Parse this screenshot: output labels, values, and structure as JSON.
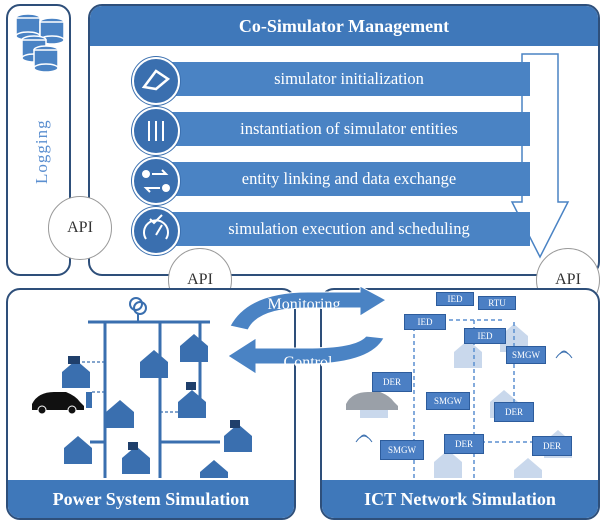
{
  "management": {
    "title": "Co-Simulator Management",
    "steps": [
      {
        "label": "simulator initialization",
        "icon": "initialization-icon"
      },
      {
        "label": "instantiation of simulator entities",
        "icon": "entities-icon"
      },
      {
        "label": "entity linking and data exchange",
        "icon": "linking-icon"
      },
      {
        "label": "simulation execution and scheduling",
        "icon": "scheduling-icon"
      }
    ]
  },
  "logging": {
    "label": "Logging"
  },
  "api": {
    "logging": "API",
    "power": "API",
    "ict": "API"
  },
  "exchange": {
    "monitoring": "Monitoring",
    "control": "Control"
  },
  "power": {
    "title": "Power System Simulation"
  },
  "ict": {
    "title": "ICT Network Simulation",
    "devices": [
      "IED",
      "RTU",
      "IED",
      "IED",
      "SMGW",
      "DER",
      "SMGW",
      "DER",
      "SMGW",
      "DER",
      "DER"
    ]
  },
  "colors": {
    "primary": "#3f78ba",
    "dark": "#2e4f7a",
    "light": "#c9d8ec"
  }
}
